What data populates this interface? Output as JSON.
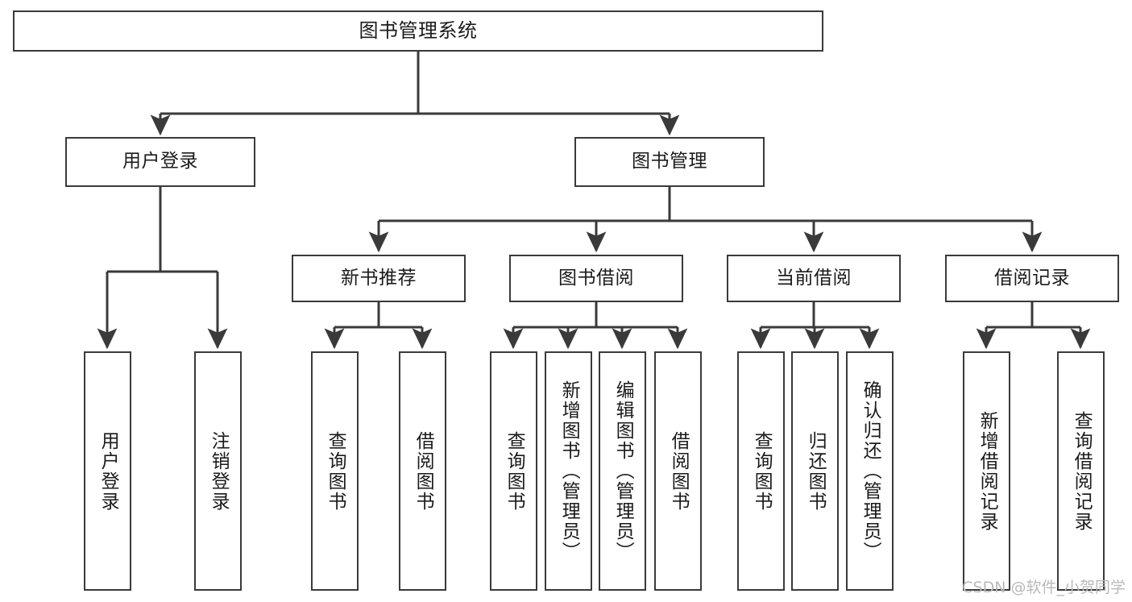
{
  "diagram": {
    "title": "图书管理系统",
    "type": "tree",
    "root": {
      "id": "root",
      "label": "图书管理系统",
      "orientation": "horizontal"
    },
    "level2": [
      {
        "id": "user-login",
        "label": "用户登录",
        "orientation": "horizontal"
      },
      {
        "id": "book-manage",
        "label": "图书管理",
        "orientation": "horizontal"
      }
    ],
    "level3": [
      {
        "id": "new-book-rec",
        "label": "新书推荐",
        "orientation": "horizontal",
        "parent": "book-manage"
      },
      {
        "id": "book-borrow",
        "label": "图书借阅",
        "orientation": "horizontal",
        "parent": "book-manage"
      },
      {
        "id": "current-borrow",
        "label": "当前借阅",
        "orientation": "horizontal",
        "parent": "book-manage"
      },
      {
        "id": "borrow-record",
        "label": "借阅记录",
        "orientation": "horizontal",
        "parent": "book-manage"
      }
    ],
    "leaves": [
      {
        "id": "leaf-user-login",
        "label": "用户登录",
        "parent": "user-login"
      },
      {
        "id": "leaf-user-logout",
        "label": "注销登录",
        "parent": "user-login"
      },
      {
        "id": "leaf-rec-query-book",
        "label": "查询图书",
        "parent": "new-book-rec"
      },
      {
        "id": "leaf-rec-borrow-book",
        "label": "借阅图书",
        "parent": "new-book-rec"
      },
      {
        "id": "leaf-borrow-query-book",
        "label": "查询图书",
        "parent": "book-borrow"
      },
      {
        "id": "leaf-borrow-add-book",
        "label": "新增图书（管理员）",
        "parent": "book-borrow"
      },
      {
        "id": "leaf-borrow-edit-book",
        "label": "编辑图书（管理员）",
        "parent": "book-borrow"
      },
      {
        "id": "leaf-borrow-borrow-book",
        "label": "借阅图书",
        "parent": "book-borrow"
      },
      {
        "id": "leaf-cur-query-book",
        "label": "查询图书",
        "parent": "current-borrow"
      },
      {
        "id": "leaf-cur-return-book",
        "label": "归还图书",
        "parent": "current-borrow"
      },
      {
        "id": "leaf-cur-confirm-return",
        "label": "确认归还（管理员）",
        "parent": "current-borrow"
      },
      {
        "id": "leaf-rec-add-record",
        "label": "新增借阅记录",
        "parent": "borrow-record"
      },
      {
        "id": "leaf-rec-query-record",
        "label": "查询借阅记录",
        "parent": "borrow-record"
      }
    ],
    "watermark": "CSDN @软件_小贺同学",
    "colors": {
      "stroke": "#3a3a3a",
      "fill": "#ffffff",
      "text": "#1b1b1b",
      "watermark": "#b9b9b9"
    }
  }
}
